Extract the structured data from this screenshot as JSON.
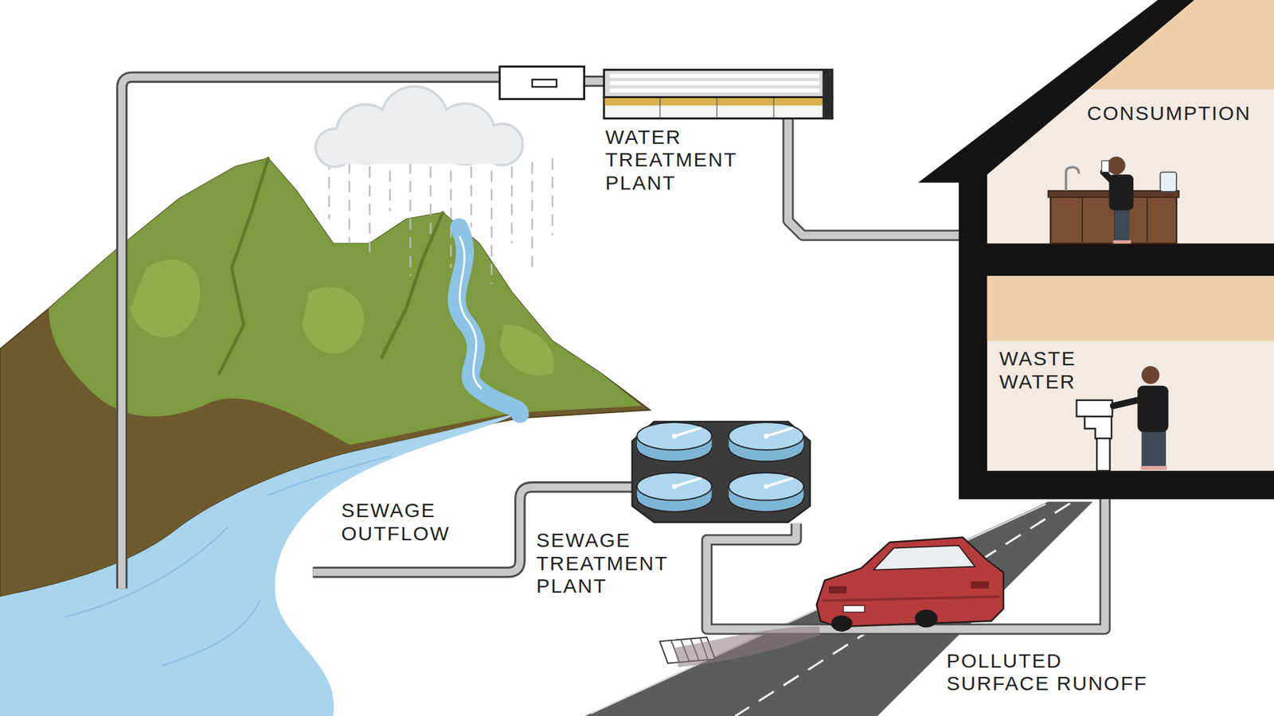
{
  "diagram": {
    "nodes": [
      {
        "text": [
          "WATER TREATMENT PLANT"
        ]
      },
      {
        "text": [
          "CONSUMPTION"
        ]
      },
      {
        "text": [
          "WASTE WATER"
        ]
      },
      {
        "text": [
          "SEWAGE TREATMENT PLANT"
        ]
      }
    ],
    "edges": [
      {
        "from": 0,
        "to": 1,
        "arrow": "none"
      },
      {
        "from": 2,
        "to": 3,
        "arrow": "none"
      }
    ],
    "labels": [
      "SEWAGE OUTFLOW",
      "POLLUTED SURFACE RUNOFF"
    ]
  }
}
